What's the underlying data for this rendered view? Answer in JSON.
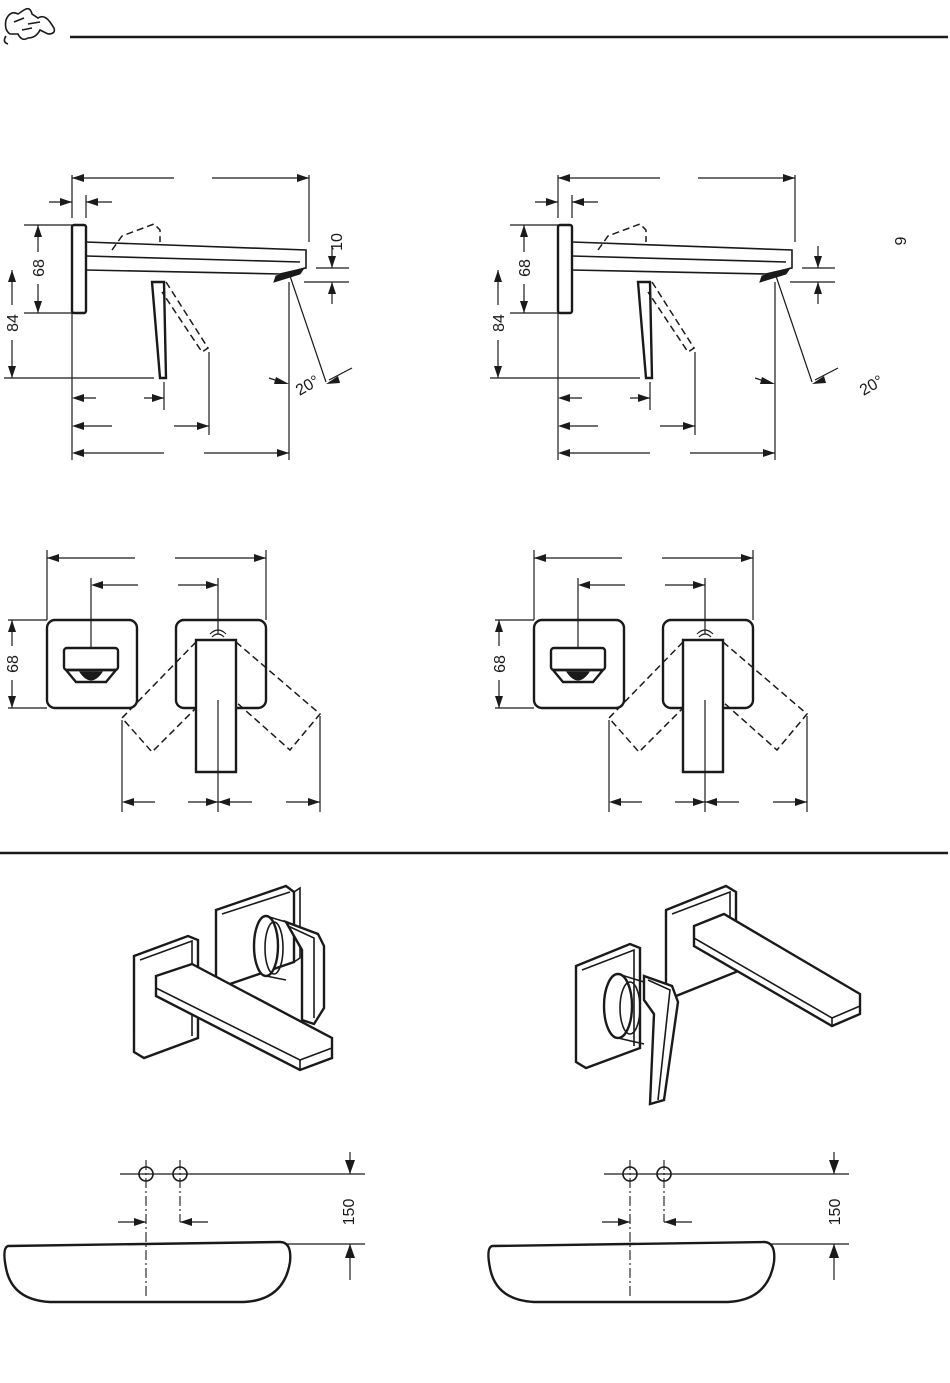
{
  "dimensions": {
    "left_side": {
      "plate_height": "68",
      "lever_drop": "84",
      "spout_gap": "10",
      "spray_angle": "20°"
    },
    "right_side": {
      "plate_height": "68",
      "lever_drop": "84",
      "spout_gap": "9",
      "spray_angle": "20°"
    },
    "left_front": {
      "plate_height": "68"
    },
    "right_front": {
      "plate_height": "68"
    },
    "left_basin": {
      "spacing": "150"
    },
    "right_basin": {
      "spacing": "150"
    }
  },
  "icons": {
    "header": "wall-mixer-icon"
  },
  "colors": {
    "ink": "#1a1a1a",
    "paper": "#ffffff"
  }
}
